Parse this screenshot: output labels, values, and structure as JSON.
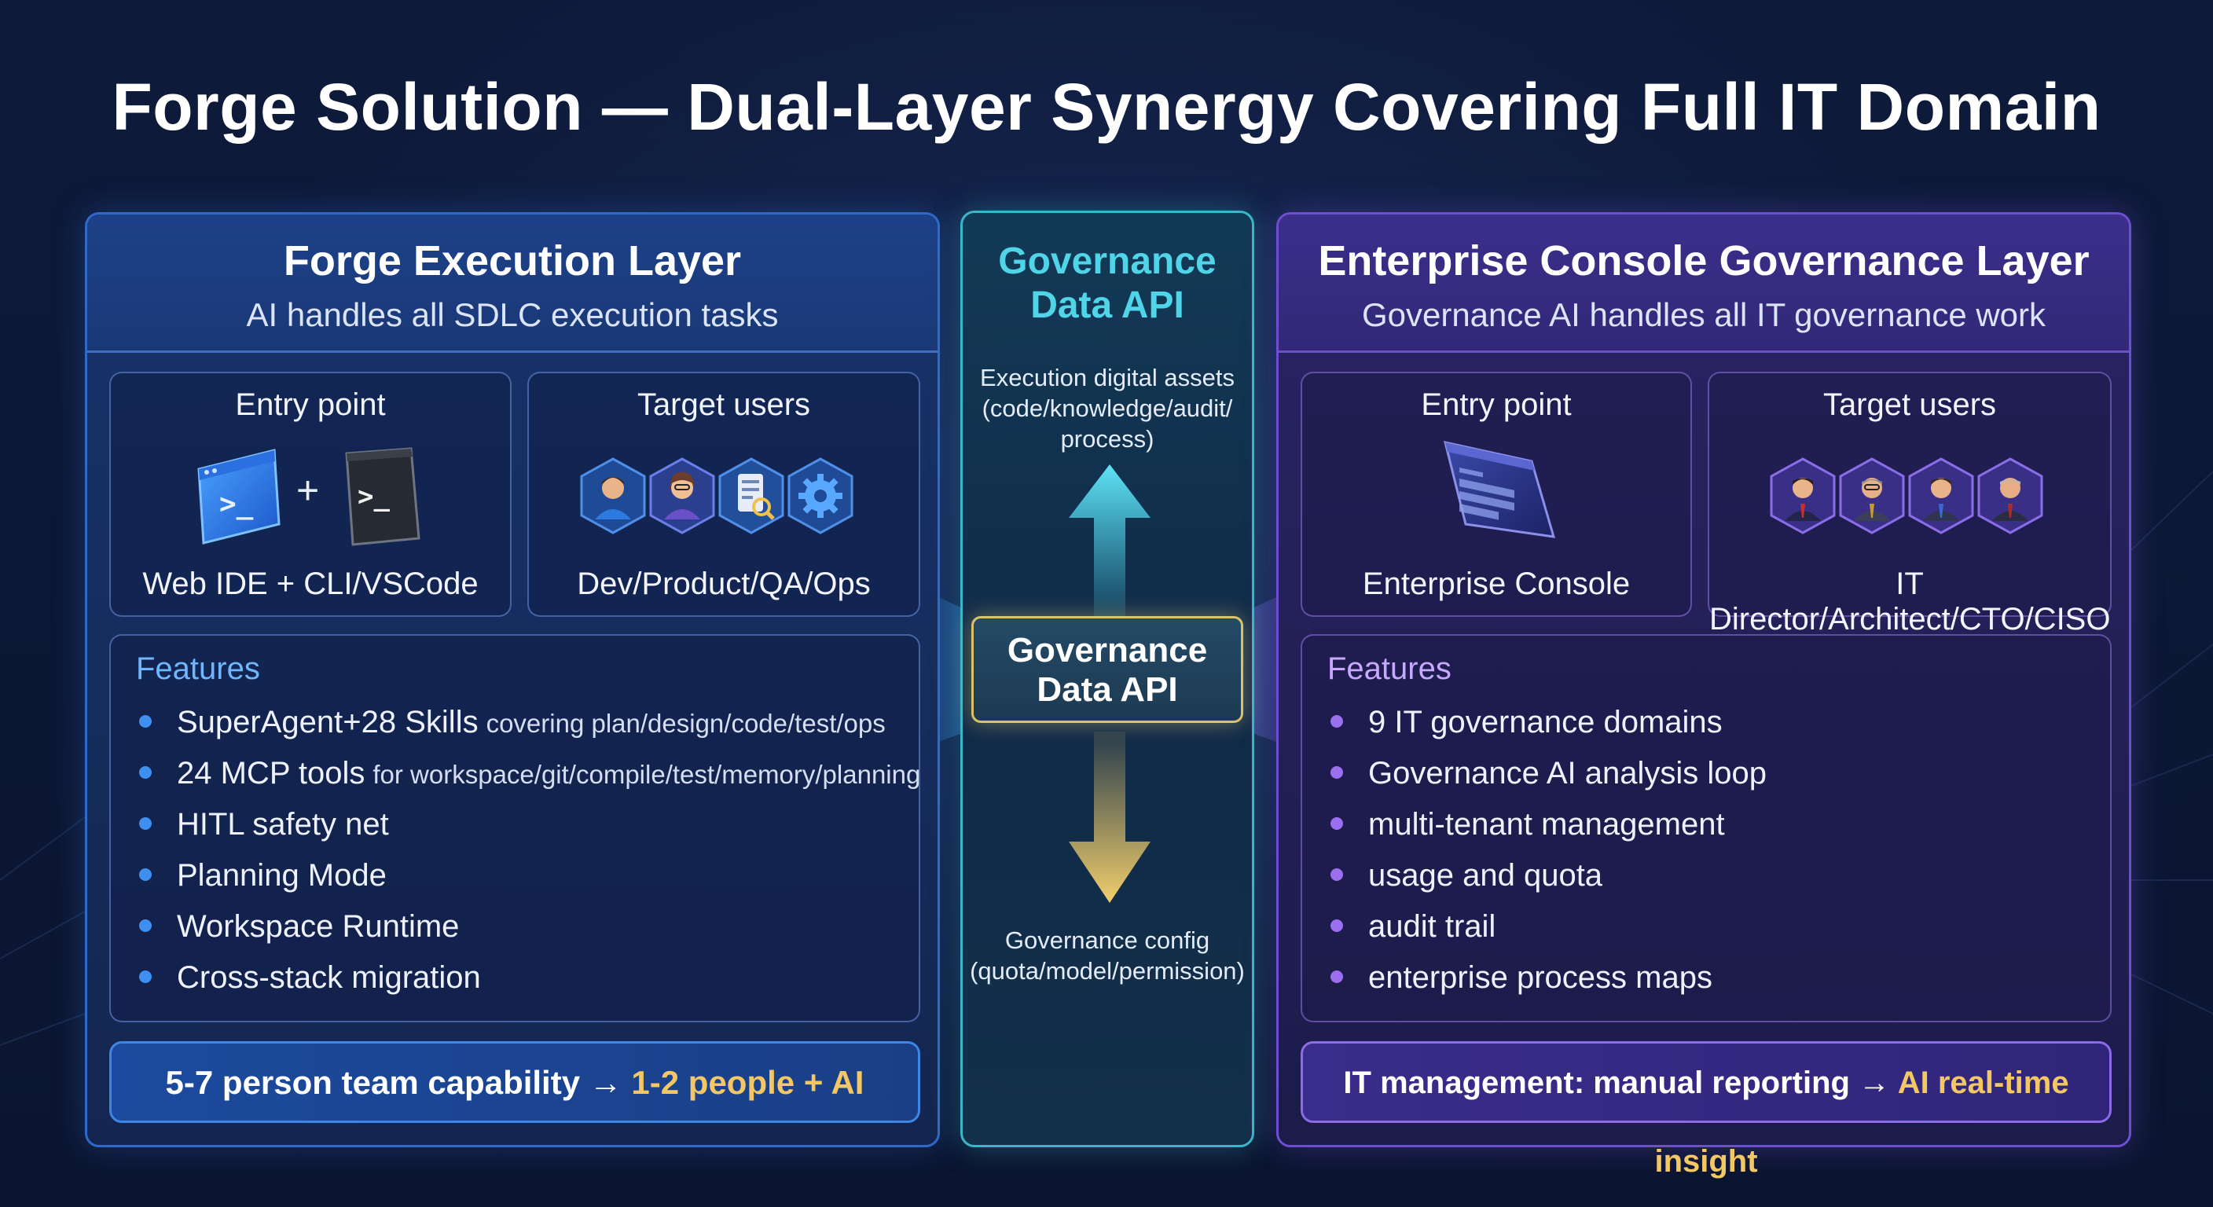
{
  "title": "Forge Solution — Dual-Layer Synergy Covering Full IT Domain",
  "left_panel": {
    "title": "Forge Execution Layer",
    "subtitle": "AI handles all SDLC execution tasks",
    "entry_point": {
      "label": "Entry point",
      "caption": "Web IDE + CLI/VSCode",
      "plus": "+",
      "icons": [
        "web-ide-icon",
        "terminal-icon"
      ]
    },
    "target_users": {
      "label": "Target users",
      "caption": "Dev/Product/QA/Ops",
      "icons": [
        "developer-icon",
        "product-icon",
        "qa-icon",
        "ops-gear-icon"
      ]
    },
    "features_title": "Features",
    "features": [
      {
        "text": "SuperAgent+28 Skills",
        "detail": "covering plan/design/code/test/ops"
      },
      {
        "text": "24 MCP tools",
        "detail": "for workspace/git/compile/test/memory/planning"
      },
      {
        "text": "HITL safety net",
        "detail": ""
      },
      {
        "text": "Planning Mode",
        "detail": ""
      },
      {
        "text": "Workspace Runtime",
        "detail": ""
      },
      {
        "text": "Cross-stack migration",
        "detail": ""
      }
    ],
    "bottom": {
      "prefix": "5-7 person team capability →",
      "highlight": "1-2 people + AI"
    }
  },
  "center": {
    "title_line1": "Governance",
    "title_line2": "Data API",
    "up_label_lines": [
      "Execution digital assets",
      "(code/knowledge/audit/",
      "process)"
    ],
    "api_box_line1": "Governance",
    "api_box_line2": "Data API",
    "down_label_lines": [
      "Governance config",
      "(quota/model/permission)"
    ]
  },
  "right_panel": {
    "title": "Enterprise Console Governance Layer",
    "subtitle": "Governance AI handles all IT governance work",
    "entry_point": {
      "label": "Entry point",
      "caption": "Enterprise Console",
      "icons": [
        "console-screen-icon"
      ]
    },
    "target_users": {
      "label": "Target users",
      "caption": "IT Director/Architect/CTO/CISO",
      "icons": [
        "it-director-icon",
        "architect-icon",
        "cto-icon",
        "ciso-icon"
      ]
    },
    "features_title": "Features",
    "features": [
      {
        "text": "9 IT governance domains"
      },
      {
        "text": "Governance AI analysis loop"
      },
      {
        "text": "multi-tenant management"
      },
      {
        "text": "usage and quota"
      },
      {
        "text": "audit trail"
      },
      {
        "text": "enterprise process maps"
      }
    ],
    "bottom": {
      "prefix": "IT management: manual reporting →",
      "highlight": "AI real-time insight"
    }
  },
  "colors": {
    "background": "#0c1631",
    "left_accent": "#2f69c9",
    "right_accent": "#6c4fd0",
    "center_accent": "#3bb6c9",
    "gold": "#f3c763",
    "features_left": "#6fb6ff",
    "features_right": "#c7a8ff"
  }
}
